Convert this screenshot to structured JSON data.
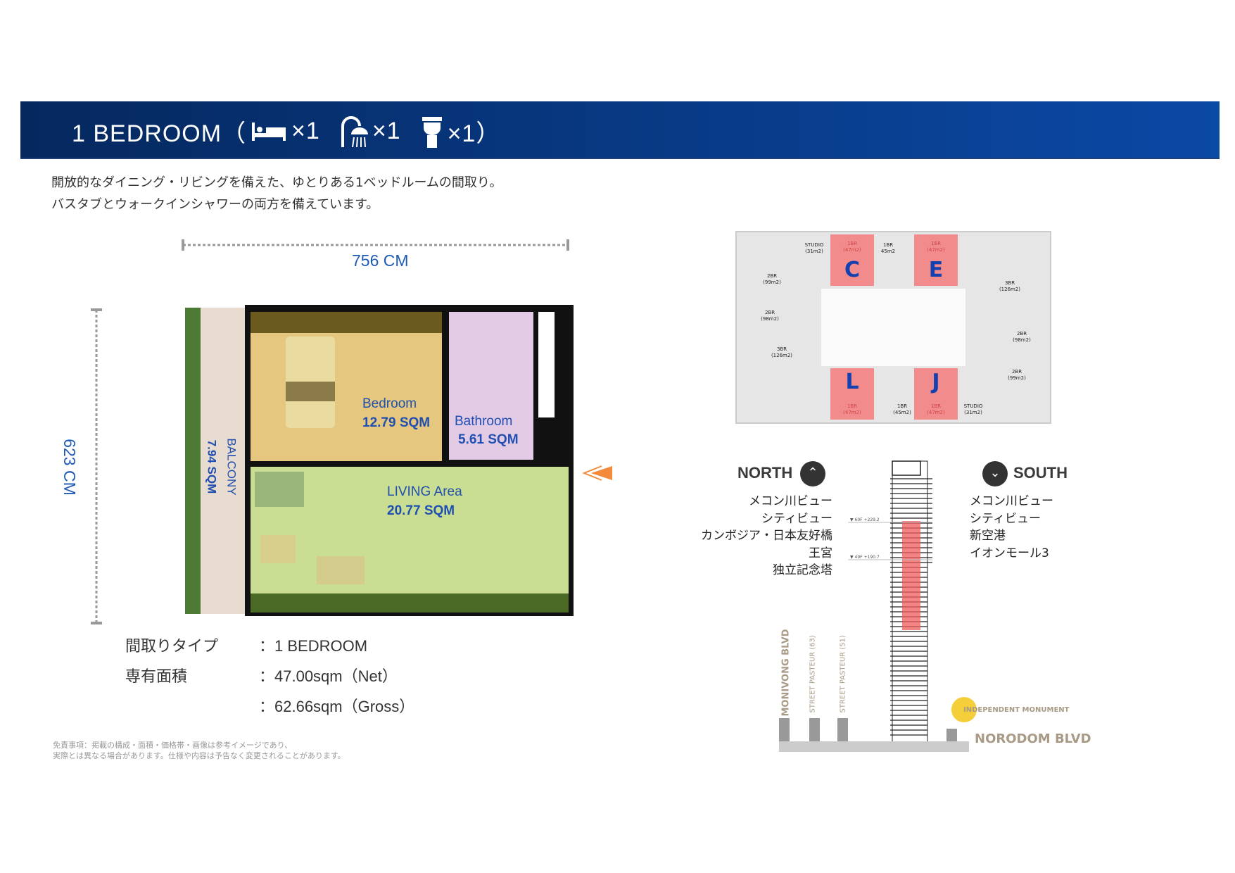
{
  "header": {
    "title": "1 BEDROOM（",
    "bed_count": "×1",
    "shower_count": "×1",
    "toilet_count": "×1）",
    "icons": [
      "bed-icon",
      "shower-icon",
      "toilet-icon"
    ]
  },
  "description": [
    "開放的なダイニング・リビングを備えた、ゆとりある1ベッドルームの間取り。",
    "バスタブとウォークインシャワーの両方を備えています。"
  ],
  "floorplan": {
    "width_label": "756 CM",
    "height_label": "623 CM",
    "rooms": [
      {
        "name": "Bedroom",
        "area": "12.79 SQM"
      },
      {
        "name": "Bathroom",
        "area": "5.61 SQM"
      },
      {
        "name": "LIVING Area",
        "area": "20.77 SQM"
      },
      {
        "name": "BALCONY",
        "area": "7.94 SQM"
      }
    ]
  },
  "specs": [
    {
      "label": "間取りタイプ",
      "value": "：1 BEDROOM"
    },
    {
      "label": "専有面積",
      "value": "：47.00sqm（Net）"
    },
    {
      "label": "",
      "value": "：62.66sqm（Gross）"
    }
  ],
  "disclaimer": [
    "免責事項：掲載の構成・面積・価格帯・画像は参考イメージであり、",
    "実際とは異なる場合があります。仕様や内容は予告なく変更されることがあります。"
  ],
  "keyplan": {
    "highlight_color": "#f28b8b",
    "units": [
      "C",
      "E",
      "L",
      "J"
    ],
    "labels": [
      "STUDIO (31m2)",
      "1BR (47m2)",
      "1BR 45m2",
      "1BR (47m2)",
      "2BR (99m2)",
      "3BR (126m2)",
      "2BR (98m2)",
      "2BR (98m2)",
      "3BR (126m2)",
      "2BR (99m2)",
      "1BR (47m2)",
      "1BR (45m2)",
      "1BR (47m2)",
      "STUDIO (31m2)"
    ]
  },
  "orientation": {
    "north": {
      "label": "NORTH",
      "views": [
        "メコン川ビュー",
        "シティビュー",
        "カンボジア・日本友好橋",
        "王宮",
        "独立記念塔"
      ]
    },
    "south": {
      "label": "SOUTH",
      "views": [
        "メコン川ビュー",
        "シティビュー",
        "新空港",
        "イオンモール3"
      ]
    }
  },
  "elevation": {
    "levels": [
      "▼ 60F  +229.2",
      "▼ 49F  +190.7"
    ],
    "streets": [
      "MONIVONG BLVD",
      "STREET PASTEUR (63)",
      "STREET PASTEUR (51)"
    ],
    "monument": "INDEPENDENT MONUMENT",
    "boulevard": "NORODOM BLVD"
  }
}
